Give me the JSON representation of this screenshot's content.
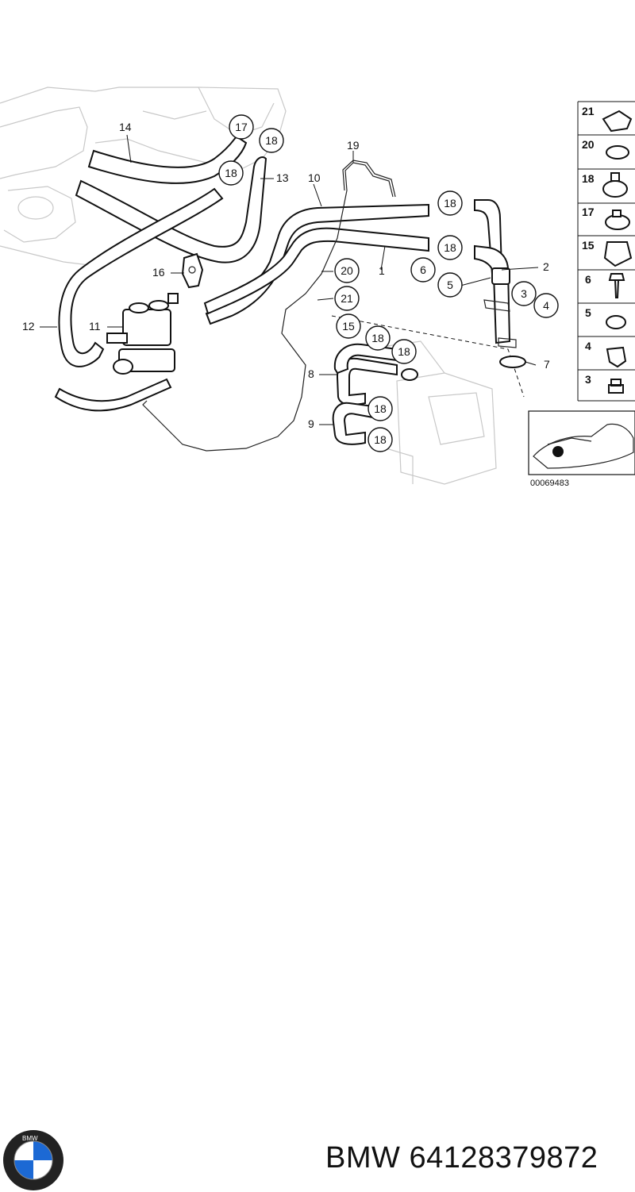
{
  "diagram": {
    "callouts": {
      "c1": "1",
      "c2": "2",
      "c3": "3",
      "c4": "4",
      "c5": "5",
      "c6": "6",
      "c7": "7",
      "c8": "8",
      "c9": "9",
      "c10": "10",
      "c11": "11",
      "c12": "12",
      "c13": "13",
      "c14": "14",
      "c15": "15",
      "c16": "16",
      "c17": "17",
      "c18": "18",
      "c19": "19",
      "c20": "20",
      "c21": "21"
    },
    "legend": [
      "21",
      "20",
      "18",
      "17",
      "15",
      "6",
      "5",
      "4",
      "3"
    ],
    "inset_code": "00069483"
  },
  "footer": {
    "brand": "BMW",
    "part_number": "64128379872",
    "logo_letters": "BMW"
  },
  "colors": {
    "line": "#111111",
    "ghost": "#c8c8c8",
    "logo_blue": "#1c69d4"
  }
}
